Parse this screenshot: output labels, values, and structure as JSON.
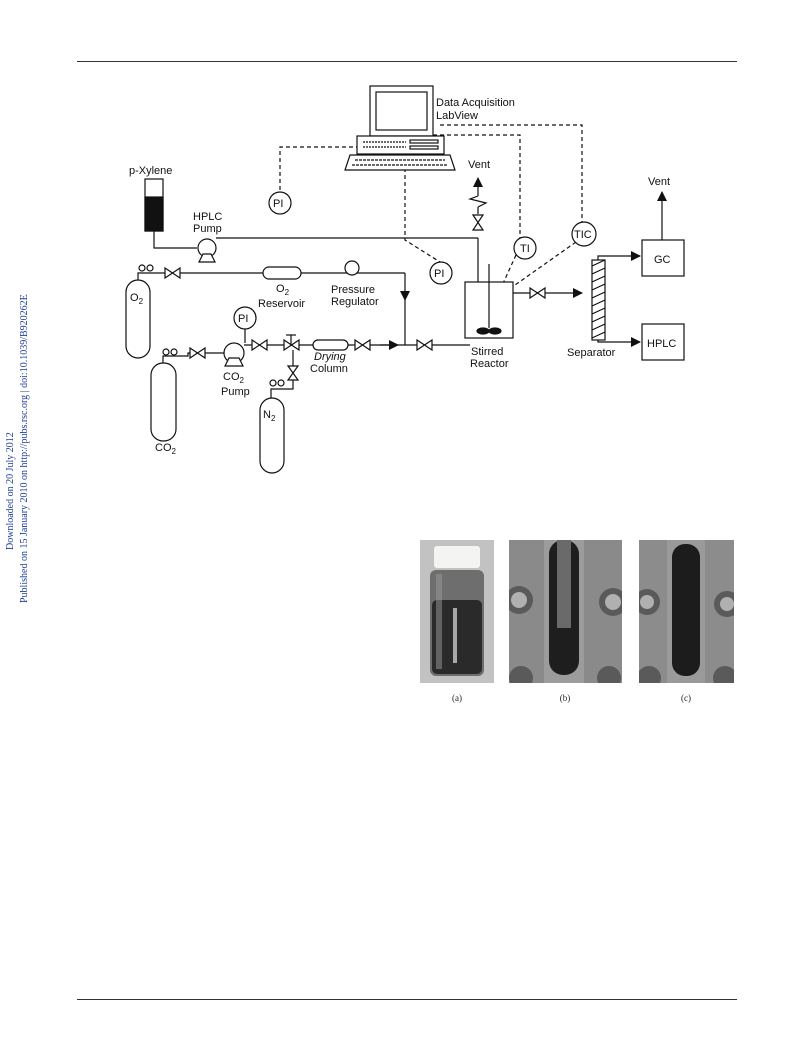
{
  "sidebar": {
    "downloaded": "Downloaded on 20 July 2012",
    "published": "Published on 15 January 2010 on http://pubs.rsc.org | doi:10.1039/B920262E"
  },
  "diagram": {
    "daq_line1": "Data Acquisition",
    "daq_line2": "LabView",
    "pxylene": "p-Xylene",
    "hplc_pump_line1": "HPLC",
    "hplc_pump_line2": "Pump",
    "vent_reactor": "Vent",
    "vent_gc": "Vent",
    "pi": "PI",
    "ti": "TI",
    "tic": "TIC",
    "gc": "GC",
    "hplc": "HPLC",
    "o2": "O",
    "o2_sub": "2",
    "reservoir": "Reservoir",
    "pressure_line1": "Pressure",
    "pressure_line2": "Regulator",
    "co2": "CO",
    "co2_sub": "2",
    "co2_pump_label": "CO",
    "co2_pump_sub": "2",
    "pump": "Pump",
    "drying_line1": "Drying",
    "drying_line2": "Column",
    "n2": "N",
    "n2_sub": "2",
    "stirred": "Stirred",
    "reactor": "Reactor",
    "separator": "Separator"
  },
  "photos": {
    "captions": [
      "(a)",
      "(b)",
      "(c)"
    ]
  }
}
